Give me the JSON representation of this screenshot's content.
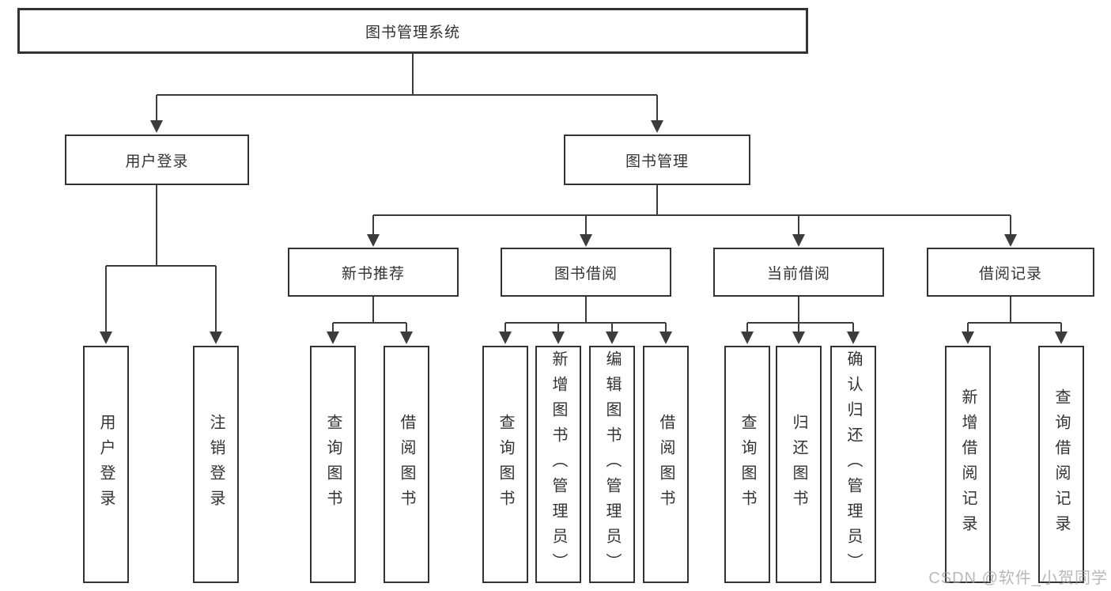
{
  "tree": {
    "root": "图书管理系统",
    "branches": [
      {
        "label": "用户登录",
        "children": [
          "用户登录",
          "注销登录"
        ]
      },
      {
        "label": "图书管理",
        "groups": [
          {
            "label": "新书推荐",
            "children": [
              "查询图书",
              "借阅图书"
            ]
          },
          {
            "label": "图书借阅",
            "children": [
              "查询图书",
              "新增图书（管理员）",
              "编辑图书（管理员）",
              "借阅图书"
            ]
          },
          {
            "label": "当前借阅",
            "children": [
              "查询图书",
              "归还图书",
              "确认归还（管理员）"
            ]
          },
          {
            "label": "借阅记录",
            "children": [
              "新增借阅记录",
              "查询借阅记录"
            ]
          }
        ]
      }
    ]
  },
  "watermark": "CSDN @软件_小贺同学",
  "colors": {
    "line": "#3c3c3c",
    "box_border": "#333333",
    "box_fill": "#ffffff",
    "text": "#333333",
    "watermark": "#9e9e9e",
    "background": "#ffffff"
  }
}
